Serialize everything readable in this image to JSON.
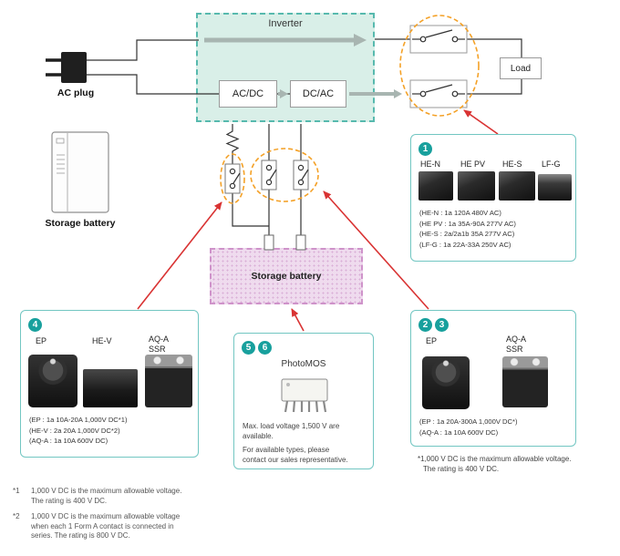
{
  "colors": {
    "accent_teal": "#18a09d",
    "inverter_fill": "#d9efe8",
    "battery_fill": "#efdbee",
    "highlight_orange": "#f4a127",
    "arrow_red": "#d93333"
  },
  "diagram": {
    "inverter": "Inverter",
    "acdc": "AC/DC",
    "dcac": "DC/AC",
    "ac_plug": "AC plug",
    "load": "Load",
    "storage_battery": "Storage battery",
    "storage_battery_box": "Storage battery"
  },
  "callout1": {
    "number": "1",
    "products": [
      {
        "name": "HE-N"
      },
      {
        "name": "HE PV"
      },
      {
        "name": "HE-S"
      },
      {
        "name": "LF-G"
      }
    ],
    "specs": [
      "(HE-N : 1a 120A 480V AC)",
      "(HE PV : 1a 35A-90A 277V AC)",
      "(HE-S : 2a/2a1b 35A 277V AC)",
      "(LF-G : 1a 22A-33A 250V AC)"
    ]
  },
  "callout4": {
    "number": "4",
    "products": [
      {
        "name": "EP"
      },
      {
        "name": "HE-V"
      },
      {
        "name": "AQ-A",
        "sub": "SSR"
      }
    ],
    "specs": [
      "(EP : 1a 10A-20A 1,000V DC*1)",
      "(HE-V : 2a 20A 1,000V DC*2)",
      "(AQ-A : 1a 10A 600V DC)"
    ]
  },
  "callout56": {
    "numbers": [
      "5",
      "6"
    ],
    "title": "PhotoMOS",
    "para1": [
      "Max. load voltage 1,500 V are",
      "available."
    ],
    "para2": [
      "For available types, please",
      "contact our sales representative."
    ]
  },
  "callout23": {
    "numbers": [
      "2",
      "3"
    ],
    "products": [
      {
        "name": "EP"
      },
      {
        "name": "AQ-A",
        "sub": "SSR"
      }
    ],
    "specs": [
      "(EP : 1a 20A-300A 1,000V DC*)",
      "(AQ-A : 1a 10A 600V DC)"
    ],
    "footnote": [
      "*1,000 V DC is the maximum allowable voltage.",
      "The rating is 400 V DC."
    ]
  },
  "footnotes": [
    {
      "marker": "*1",
      "lines": [
        "1,000 V DC is the maximum allowable voltage.",
        "The rating is 400 V DC.",
        ""
      ]
    },
    {
      "marker": "*2",
      "lines": [
        "1,000 V DC is the maximum allowable voltage",
        "when each 1 Form A contact is connected in",
        "series. The rating is 800 V DC."
      ]
    }
  ]
}
